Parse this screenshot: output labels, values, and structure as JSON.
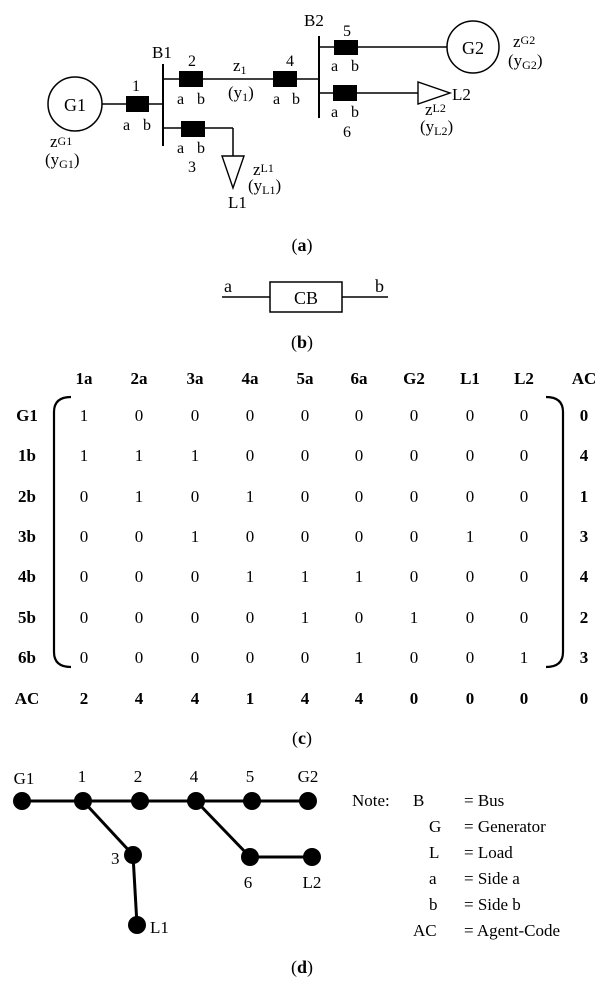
{
  "panel_a": {
    "buses": {
      "b1": "B1",
      "b2": "B2"
    },
    "breakers": [
      "1",
      "2",
      "3",
      "4",
      "5",
      "6"
    ],
    "side_a": "a",
    "side_b": "b",
    "gen1": "G1",
    "gen2": "G2",
    "load1": "L1",
    "load2": "L2",
    "zg1": "z",
    "zg1_sub": "G1",
    "yg1": "(y",
    "yg1_sub": "G1",
    "yg1_close": ")",
    "zg2": "z",
    "zg2_sub": "G2",
    "yg2": "(y",
    "yg2_sub": "G2",
    "yg2_close": ")",
    "zl1": "z",
    "zl1_sub": "L1",
    "yl1": "(y",
    "yl1_sub": "L1",
    "yl1_close": ")",
    "zl2": "z",
    "zl2_sub": "L2",
    "yl2": "(y",
    "yl2_sub": "L2",
    "yl2_close": ")",
    "z1": "z",
    "z1_sub": "1",
    "y1": "(y",
    "y1_sub": "1",
    "y1_close": ")",
    "caption_open": "(",
    "caption_letter": "a",
    "caption_close": ")"
  },
  "panel_b": {
    "left": "a",
    "right": "b",
    "box": "CB",
    "caption_open": "(",
    "caption_letter": "b",
    "caption_close": ")"
  },
  "panel_c": {
    "col_headers": [
      "1a",
      "2a",
      "3a",
      "4a",
      "5a",
      "6a",
      "G2",
      "L1",
      "L2",
      "AC"
    ],
    "row_headers": [
      "G1",
      "1b",
      "2b",
      "3b",
      "4b",
      "5b",
      "6b",
      "AC"
    ],
    "matrix": [
      [
        "1",
        "0",
        "0",
        "0",
        "0",
        "0",
        "0",
        "0",
        "0"
      ],
      [
        "1",
        "1",
        "1",
        "0",
        "0",
        "0",
        "0",
        "0",
        "0"
      ],
      [
        "0",
        "1",
        "0",
        "1",
        "0",
        "0",
        "0",
        "0",
        "0"
      ],
      [
        "0",
        "0",
        "1",
        "0",
        "0",
        "0",
        "0",
        "1",
        "0"
      ],
      [
        "0",
        "0",
        "0",
        "1",
        "1",
        "1",
        "0",
        "0",
        "0"
      ],
      [
        "0",
        "0",
        "0",
        "0",
        "1",
        "0",
        "1",
        "0",
        "0"
      ],
      [
        "0",
        "0",
        "0",
        "0",
        "0",
        "1",
        "0",
        "0",
        "1"
      ]
    ],
    "ac_column": [
      "0",
      "4",
      "1",
      "3",
      "4",
      "2",
      "3"
    ],
    "ac_row": [
      "2",
      "4",
      "4",
      "1",
      "4",
      "4",
      "0",
      "0",
      "0",
      "0"
    ],
    "caption_open": "(",
    "caption_letter": "c",
    "caption_close": ")"
  },
  "panel_d": {
    "nodes": [
      "G1",
      "1",
      "2",
      "4",
      "5",
      "G2",
      "3",
      "L1",
      "6",
      "L2"
    ],
    "note_label": "Note:",
    "legend": [
      {
        "key": "B",
        "value": "= Bus"
      },
      {
        "key": "G",
        "value": "= Generator"
      },
      {
        "key": "L",
        "value": "= Load"
      },
      {
        "key": "a",
        "value": "= Side a"
      },
      {
        "key": "b",
        "value": "= Side b"
      },
      {
        "key": "AC",
        "value": "= Agent-Code"
      }
    ],
    "caption_open": "(",
    "caption_letter": "d",
    "caption_close": ")"
  }
}
